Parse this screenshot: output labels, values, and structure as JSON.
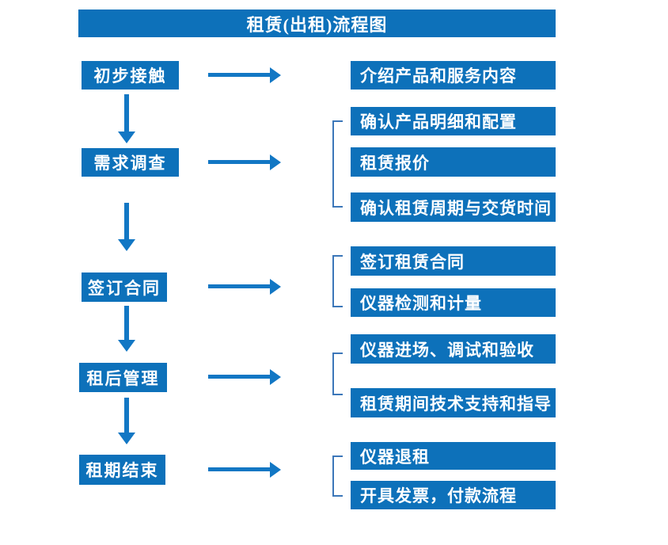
{
  "title": "租赁(出租)流程图",
  "colors": {
    "box_blue": "#0d71ba",
    "arrow_blue": "#1277c4",
    "bracket_blue": "#3c77b9",
    "text": "#ffffff",
    "background": "#ffffff"
  },
  "left_steps": [
    {
      "label": "初步接触"
    },
    {
      "label": "需求调查"
    },
    {
      "label": "签订合同"
    },
    {
      "label": "租后管理"
    },
    {
      "label": "租期结束"
    }
  ],
  "right_details": [
    {
      "label": "介绍产品和服务内容"
    },
    {
      "label": "确认产品明细和配置"
    },
    {
      "label": "租赁报价"
    },
    {
      "label": "确认租赁周期与交货时间"
    },
    {
      "label": "签订租赁合同"
    },
    {
      "label": "仪器检测和计量"
    },
    {
      "label": "仪器进场、调试和验收"
    },
    {
      "label": "租赁期间技术支持和指导"
    },
    {
      "label": "仪器退租"
    },
    {
      "label": "开具发票，付款流程"
    }
  ]
}
